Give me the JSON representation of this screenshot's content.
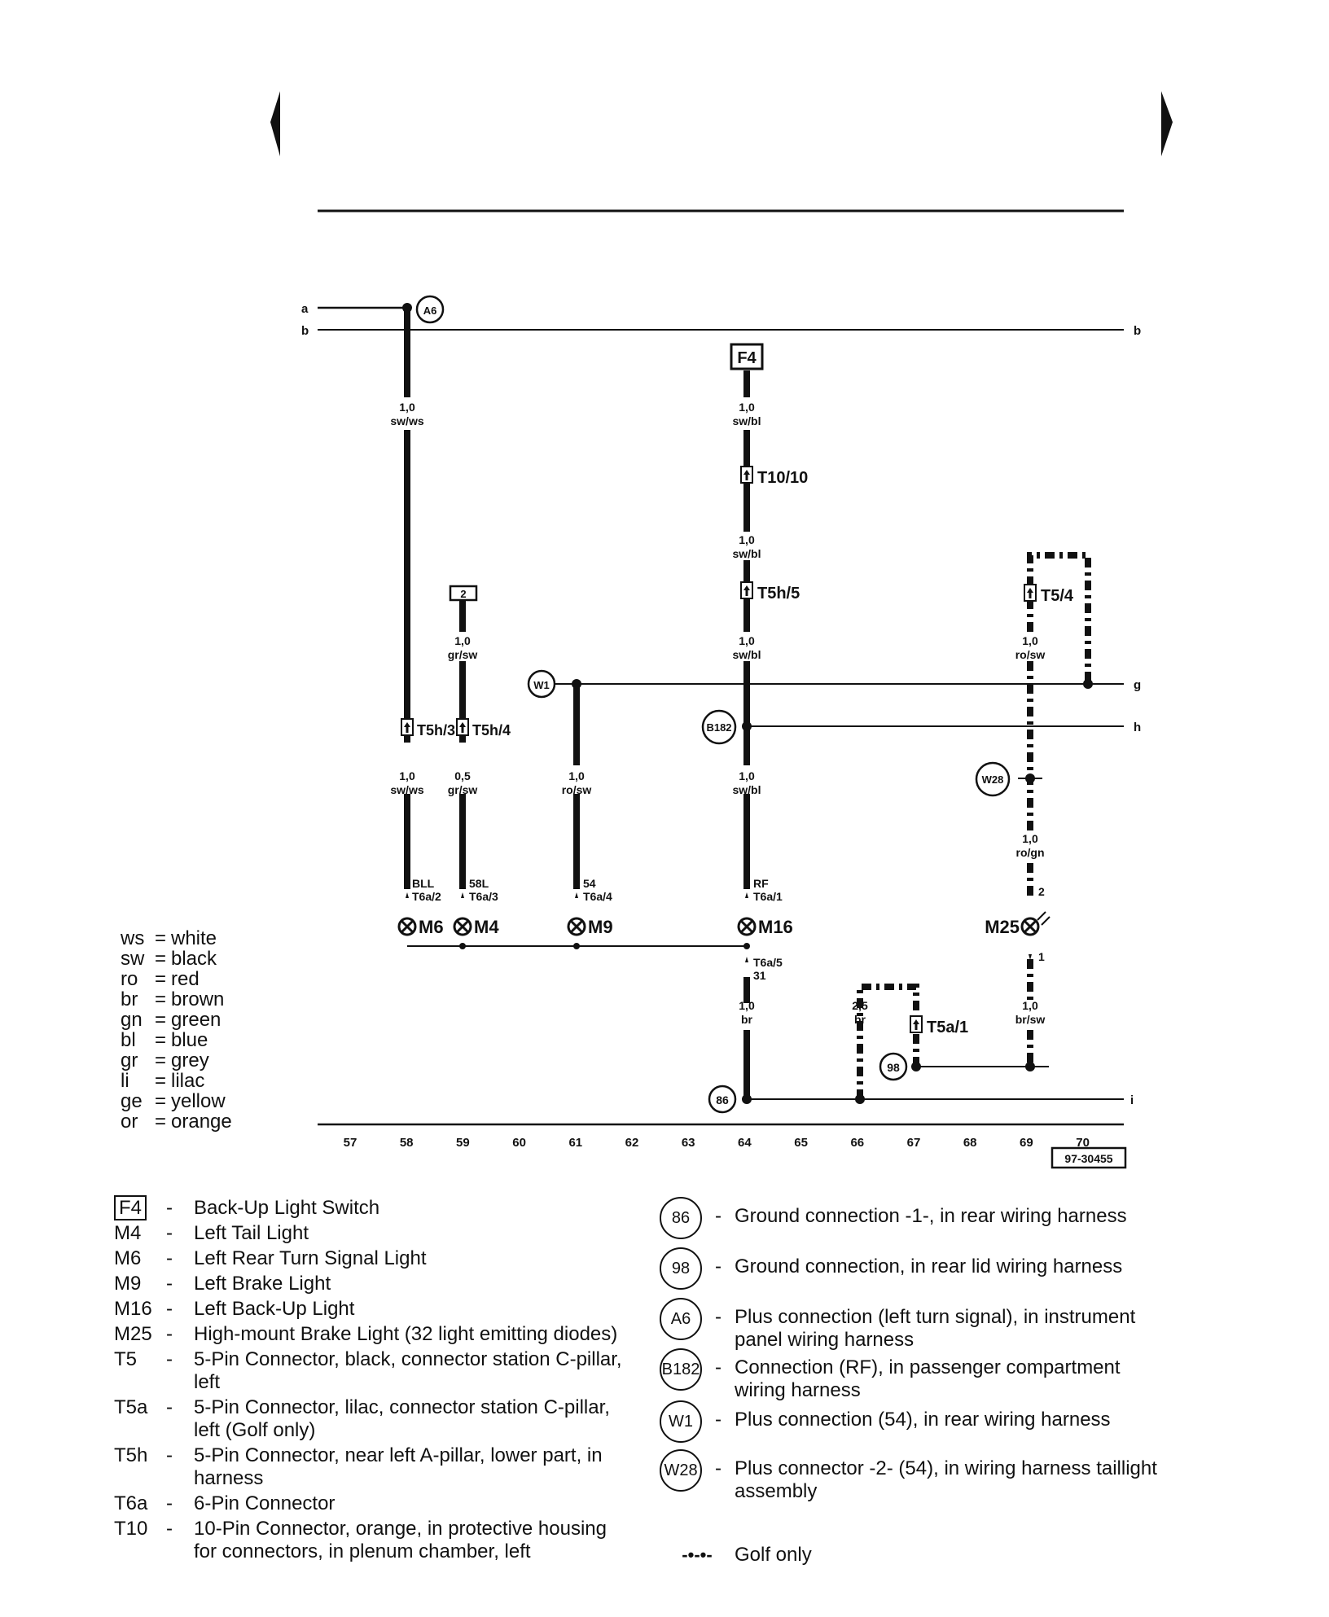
{
  "nav": {
    "prev_label": "previous page",
    "next_label": "next page"
  },
  "diagram": {
    "bus_labels": {
      "a": "a",
      "b_left": "b",
      "b_right": "b",
      "g": "g",
      "h": "h",
      "i": "i"
    },
    "components": {
      "F4": "F4",
      "M6": "M6",
      "M4": "M4",
      "M9": "M9",
      "M16": "M16",
      "M25": "M25",
      "box_2": "2",
      "T10_10": "T10/10",
      "T5h_5": "T5h/5",
      "T5_4": "T5/4",
      "T5h_3": "T5h/3",
      "T5h_4": "T5h/4",
      "T5a_1": "T5a/1"
    },
    "circles": {
      "A6": "A6",
      "W1": "W1",
      "B182": "B182",
      "W28": "W28",
      "c86": "86",
      "c98": "98"
    },
    "wires": {
      "w58_top": [
        "1,0",
        "sw/ws"
      ],
      "w64_top": [
        "1,0",
        "sw/bl"
      ],
      "w64_mid": [
        "1,0",
        "sw/bl"
      ],
      "w64_low": [
        "1,0",
        "sw/bl"
      ],
      "w59_top": [
        "1,0",
        "gr/sw"
      ],
      "w69_top": [
        "1,0",
        "ro/sw"
      ],
      "w58_bot": [
        "1,0",
        "sw/ws"
      ],
      "w59_bot": [
        "0,5",
        "gr/sw"
      ],
      "w61_bot": [
        "1,0",
        "ro/sw"
      ],
      "w64_bot": [
        "1,0",
        "sw/bl"
      ],
      "w69_mid": [
        "1,0",
        "ro/gn"
      ],
      "w64_gnd": [
        "1,0",
        "br"
      ],
      "w66_gnd": [
        "2,5",
        "br"
      ],
      "w69_gnd": [
        "1,0",
        "br/sw"
      ]
    },
    "pins": {
      "p58": [
        "BLL",
        "T6a/2"
      ],
      "p59": [
        "58L",
        "T6a/3"
      ],
      "p61": [
        "54",
        "T6a/4"
      ],
      "p64": [
        "RF",
        "T6a/1"
      ],
      "p64b": [
        "T6a/5",
        "31"
      ],
      "m25_top": "2",
      "m25_bot": "1"
    },
    "tracks": [
      "57",
      "58",
      "59",
      "60",
      "61",
      "62",
      "63",
      "64",
      "65",
      "66",
      "67",
      "68",
      "69",
      "70"
    ],
    "ref": "97-30455"
  },
  "color_key": [
    {
      "code": "ws",
      "name": "white"
    },
    {
      "code": "sw",
      "name": "black"
    },
    {
      "code": "ro",
      "name": "red"
    },
    {
      "code": "br",
      "name": "brown"
    },
    {
      "code": "gn",
      "name": "green"
    },
    {
      "code": "bl",
      "name": "blue"
    },
    {
      "code": "gr",
      "name": "grey"
    },
    {
      "code": "li",
      "name": "lilac"
    },
    {
      "code": "ge",
      "name": "yellow"
    },
    {
      "code": "or",
      "name": "orange"
    }
  ],
  "legend_left": [
    {
      "code": "F4",
      "desc": "Back-Up Light Switch"
    },
    {
      "code": "M4",
      "desc": "Left Tail Light"
    },
    {
      "code": "M6",
      "desc": "Left Rear Turn Signal Light"
    },
    {
      "code": "M9",
      "desc": "Left Brake Light"
    },
    {
      "code": "M16",
      "desc": "Left Back-Up Light"
    },
    {
      "code": "M25",
      "desc": "High-mount Brake Light (32 light emitting diodes)"
    },
    {
      "code": "T5",
      "desc": "5-Pin Connector, black, connector station C-pillar, left"
    },
    {
      "code": "T5a",
      "desc": "5-Pin Connector, lilac, connector station C-pillar, left (Golf only)"
    },
    {
      "code": "T5h",
      "desc": "5-Pin Connector, near left A-pillar, lower part, in harness"
    },
    {
      "code": "T6a",
      "desc": "6-Pin Connector"
    },
    {
      "code": "T10",
      "desc": "10-Pin Connector, orange, in protective housing for connectors, in plenum chamber, left"
    }
  ],
  "legend_right": [
    {
      "code": "86",
      "desc": "Ground connection -1-, in rear wiring harness"
    },
    {
      "code": "98",
      "desc": "Ground connection, in rear lid wiring harness"
    },
    {
      "code": "A6",
      "desc": "Plus connection (left turn signal), in instrument panel wiring harness"
    },
    {
      "code": "B182",
      "desc": "Connection (RF), in passenger compartment wiring harness"
    },
    {
      "code": "W1",
      "desc": "Plus connection (54), in rear wiring harness"
    },
    {
      "code": "W28",
      "desc": "Plus connector -2- (54), in wiring harness taillight assembly"
    }
  ],
  "golf_only": {
    "symbol": "-•-•-",
    "desc": "Golf only"
  },
  "dash": "-"
}
